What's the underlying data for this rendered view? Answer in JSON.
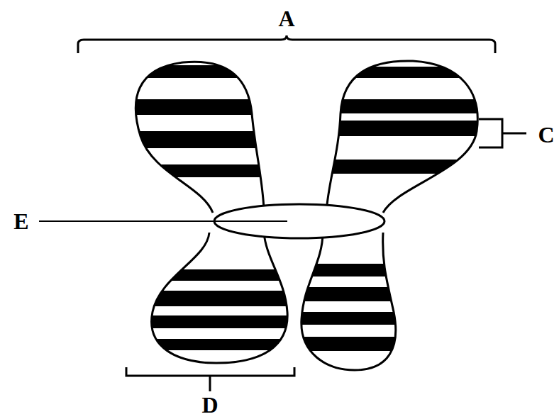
{
  "diagram": {
    "labels": [
      "A",
      "C",
      "E",
      "D"
    ]
  }
}
